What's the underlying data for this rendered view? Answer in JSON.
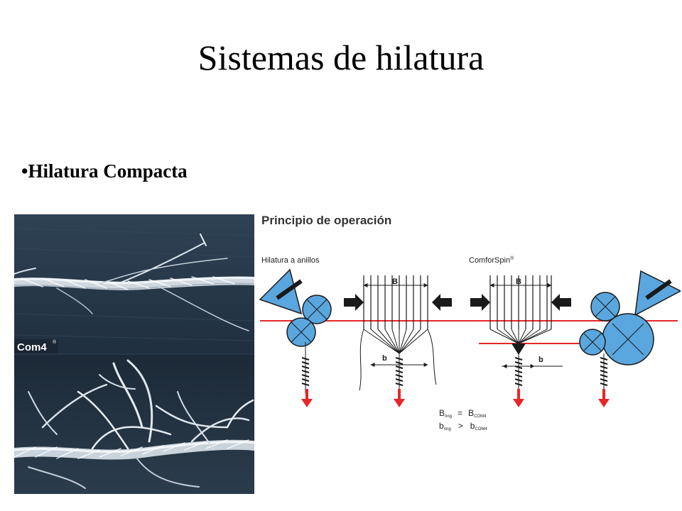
{
  "slide": {
    "title": "Sistemas de hilatura",
    "bullet": "•Hilatura Compacta"
  },
  "photo": {
    "logo_text": "Com4",
    "logo_mark": "®"
  },
  "diagram": {
    "heading": "Principio de operación",
    "left_label": "Hilatura a anillos",
    "right_label": "ComforSpin",
    "right_label_mark": "®",
    "label_B": "B",
    "label_b": "b",
    "equation": {
      "line1_left": "B",
      "line1_left_sub": "ring",
      "line1_op": "=",
      "line1_right": "B",
      "line1_right_sub": "COM4",
      "line2_left": "b",
      "line2_left_sub": "ring",
      "line2_op": ">",
      "line2_right": "b",
      "line2_right_sub": "COM4"
    },
    "colors": {
      "roller": "#5aa6de",
      "red": "#e8262a",
      "ink": "#1a1a1a"
    }
  }
}
